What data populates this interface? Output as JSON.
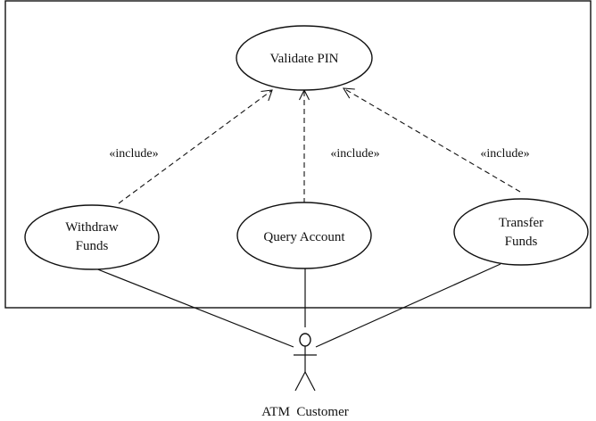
{
  "diagram": {
    "use_cases": {
      "validate_pin": "Validate PIN",
      "withdraw_funds": [
        "Withdraw",
        "Funds"
      ],
      "query_account": "Query Account",
      "transfer_funds": [
        "Transfer",
        "Funds"
      ]
    },
    "actor": "ATM  Customer",
    "include_label": "«include»",
    "colors": {
      "line": "#111111",
      "background": "#ffffff"
    }
  }
}
